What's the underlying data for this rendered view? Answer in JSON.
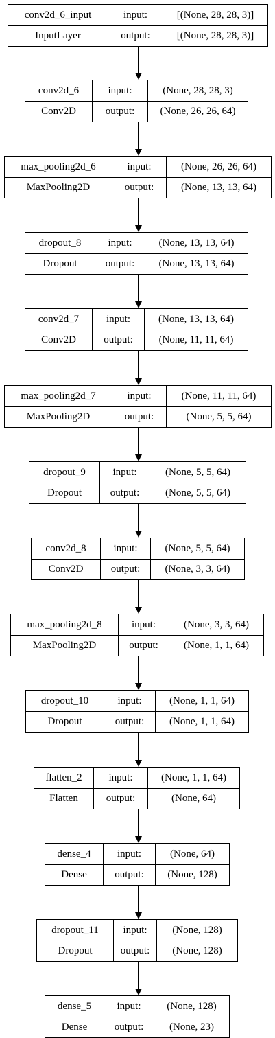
{
  "labels": {
    "input": "input:",
    "output": "output:"
  },
  "layers": [
    {
      "name": "conv2d_6_input",
      "type": "InputLayer",
      "input": "[(None, 28, 28, 3)]",
      "output": "[(None, 28, 28, 3)]"
    },
    {
      "name": "conv2d_6",
      "type": "Conv2D",
      "input": "(None, 28, 28, 3)",
      "output": "(None, 26, 26, 64)"
    },
    {
      "name": "max_pooling2d_6",
      "type": "MaxPooling2D",
      "input": "(None, 26, 26, 64)",
      "output": "(None, 13, 13, 64)"
    },
    {
      "name": "dropout_8",
      "type": "Dropout",
      "input": "(None, 13, 13, 64)",
      "output": "(None, 13, 13, 64)"
    },
    {
      "name": "conv2d_7",
      "type": "Conv2D",
      "input": "(None, 13, 13, 64)",
      "output": "(None, 11, 11, 64)"
    },
    {
      "name": "max_pooling2d_7",
      "type": "MaxPooling2D",
      "input": "(None, 11, 11, 64)",
      "output": "(None, 5, 5, 64)"
    },
    {
      "name": "dropout_9",
      "type": "Dropout",
      "input": "(None, 5, 5, 64)",
      "output": "(None, 5, 5, 64)"
    },
    {
      "name": "conv2d_8",
      "type": "Conv2D",
      "input": "(None, 5, 5, 64)",
      "output": "(None, 3, 3, 64)"
    },
    {
      "name": "max_pooling2d_8",
      "type": "MaxPooling2D",
      "input": "(None, 3, 3, 64)",
      "output": "(None, 1, 1, 64)"
    },
    {
      "name": "dropout_10",
      "type": "Dropout",
      "input": "(None, 1, 1, 64)",
      "output": "(None, 1, 1, 64)"
    },
    {
      "name": "flatten_2",
      "type": "Flatten",
      "input": "(None, 1, 1, 64)",
      "output": "(None, 64)"
    },
    {
      "name": "dense_4",
      "type": "Dense",
      "input": "(None, 64)",
      "output": "(None, 128)"
    },
    {
      "name": "dropout_11",
      "type": "Dropout",
      "input": "(None, 128)",
      "output": "(None, 128)"
    },
    {
      "name": "dense_5",
      "type": "Dense",
      "input": "(None, 128)",
      "output": "(None, 23)"
    }
  ]
}
